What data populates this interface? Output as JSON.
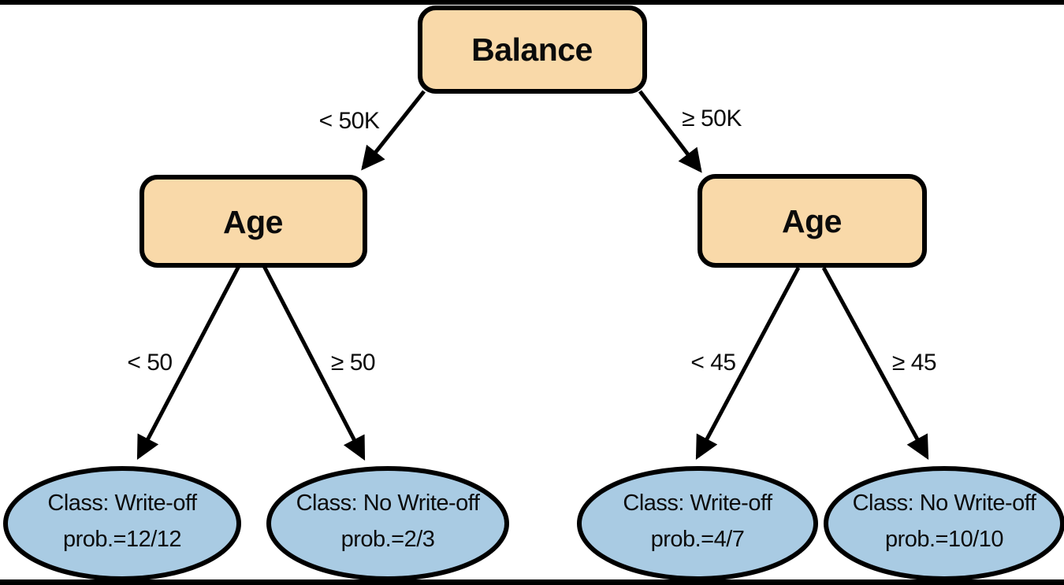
{
  "diagram": {
    "type": "decision-tree",
    "colors": {
      "node_fill": "#F9D9A9",
      "leaf_fill": "#A9CBE3",
      "edge_color": "#000000",
      "frame_bar_color": "#000000",
      "background": "#FFFFFF"
    },
    "root": {
      "label": "Balance"
    },
    "branches": {
      "left": {
        "edge_label": "< 50K",
        "node_label": "Age",
        "children": [
          {
            "edge_label": "< 50",
            "class_label": "Class: Write-off",
            "prob_label": "prob.=12/12"
          },
          {
            "edge_label": "≥ 50",
            "class_label": "Class: No Write-off",
            "prob_label": "prob.=2/3"
          }
        ]
      },
      "right": {
        "edge_label": "≥ 50K",
        "node_label": "Age",
        "children": [
          {
            "edge_label": "< 45",
            "class_label": "Class: Write-off",
            "prob_label": "prob.=4/7"
          },
          {
            "edge_label": "≥ 45",
            "class_label": "Class: No Write-off",
            "prob_label": "prob.=10/10"
          }
        ]
      }
    }
  }
}
